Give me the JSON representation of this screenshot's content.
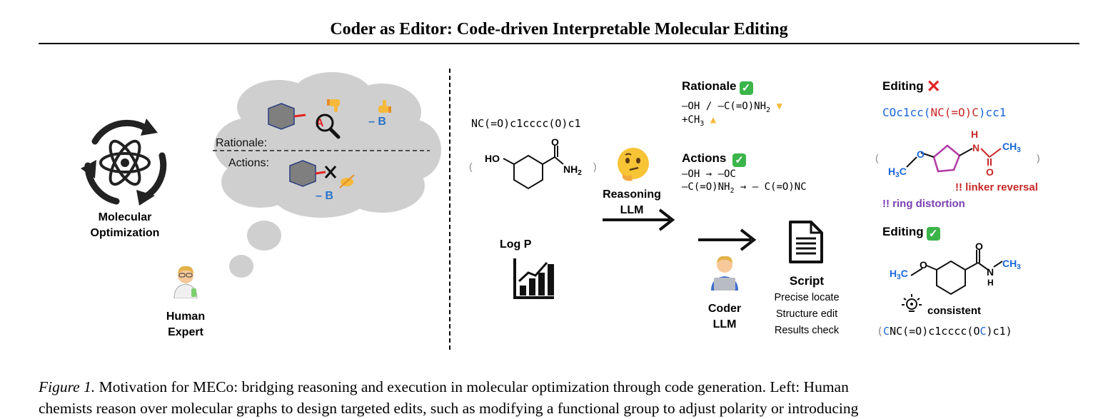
{
  "header": {
    "title": "Coder as Editor: Code-driven Interpretable Molecular Editing"
  },
  "left": {
    "optimization_label_1": "Molecular",
    "optimization_label_2": "Optimization",
    "expert_label_1": "Human",
    "expert_label_2": "Expert",
    "thought": {
      "rationale_label": "Rationale:",
      "actions_label": "Actions:",
      "atom_a": "A",
      "atom_b": "B",
      "minus": "–"
    }
  },
  "middle": {
    "input_smiles": "NC(=O)c1cccc(O)c1",
    "mol_ho": "HO",
    "mol_o": "O",
    "mol_nh2": "NH",
    "mol_nh2_sub": "2",
    "paren_open": "(",
    "paren_close": ")",
    "property": "Log P",
    "reasoning_label_1": "Reasoning",
    "reasoning_label_2": "LLM",
    "coder_label_1": "Coder",
    "coder_label_2": "LLM"
  },
  "plan": {
    "rationale_title": "Rationale",
    "rationale_line1": "–OH / –C(=O)NH",
    "rationale_line1_sub": "2",
    "rationale_line2": "+CH",
    "rationale_line2_sub": "3",
    "actions_title": "Actions",
    "actions_line1": "–OH → –OC",
    "actions_line2": "–C(=O)NH",
    "actions_line2_sub": "2",
    "actions_line2_tail": " → – C(=O)NC",
    "script_title": "Script",
    "script_steps": [
      "Precise locate",
      "Structure edit",
      "Results check"
    ]
  },
  "results": {
    "edit1_title": "Editing",
    "edit1_smiles": {
      "a": "CO",
      "b": "c1cc(",
      "c": "NC(=O)C",
      "d": ")cc1"
    },
    "edit1_mol": {
      "h": "H",
      "n": "N",
      "ch3": "CH",
      "ch3_sub": "3",
      "o": "O",
      "h3c": "H",
      "h3c_sub": "3",
      "h3c_tail": "C"
    },
    "linker_reversal": "!! linker reversal",
    "ring_distortion": "!! ring distortion",
    "edit2_title": "Editing",
    "edit2_mol": {
      "o_top": "O",
      "n": "N",
      "h": "H",
      "ch3": "CH",
      "ch3_sub": "3",
      "h3c": "H",
      "h3c_sub": "3",
      "h3c_tail": "C",
      "o": "O"
    },
    "consistent": "consistent",
    "edit2_smiles": {
      "open": "(",
      "c1": "C",
      "mid": "NC(=O)c1cccc(O",
      "c2": "C",
      "end": ")c1)"
    }
  },
  "caption": {
    "figure_label": "Figure 1.",
    "line1": " Motivation for MECo: bridging reasoning and execution in molecular optimization through code generation. Left: Human",
    "line2": "chemists reason over molecular graphs to design targeted edits, such as modifying a functional group to adjust polarity or introducing"
  },
  "colors": {
    "cloud": "#cfcfcf",
    "hexagon": "#7f7f7f",
    "atom_a": "#e02424",
    "atom_b": "#2a73c9",
    "smiles_blue": "#1a66d9",
    "smiles_red": "#c62828",
    "ring_purple": "#b23aa6",
    "linker_red": "#c62828",
    "distortion_purple": "#7a3fb0",
    "check_green": "#3bb54a",
    "cross_red": "#e32626"
  },
  "icons": [
    "atom-cycle-icon",
    "scientist-emoji-icon",
    "magnifier-icon",
    "thumbs-down-icon",
    "thumbs-up-icon",
    "writing-hand-icon",
    "thinking-face-icon",
    "bar-chart-icon",
    "coder-emoji-icon",
    "document-icon",
    "lightbulb-icon",
    "check-icon",
    "cross-icon"
  ]
}
